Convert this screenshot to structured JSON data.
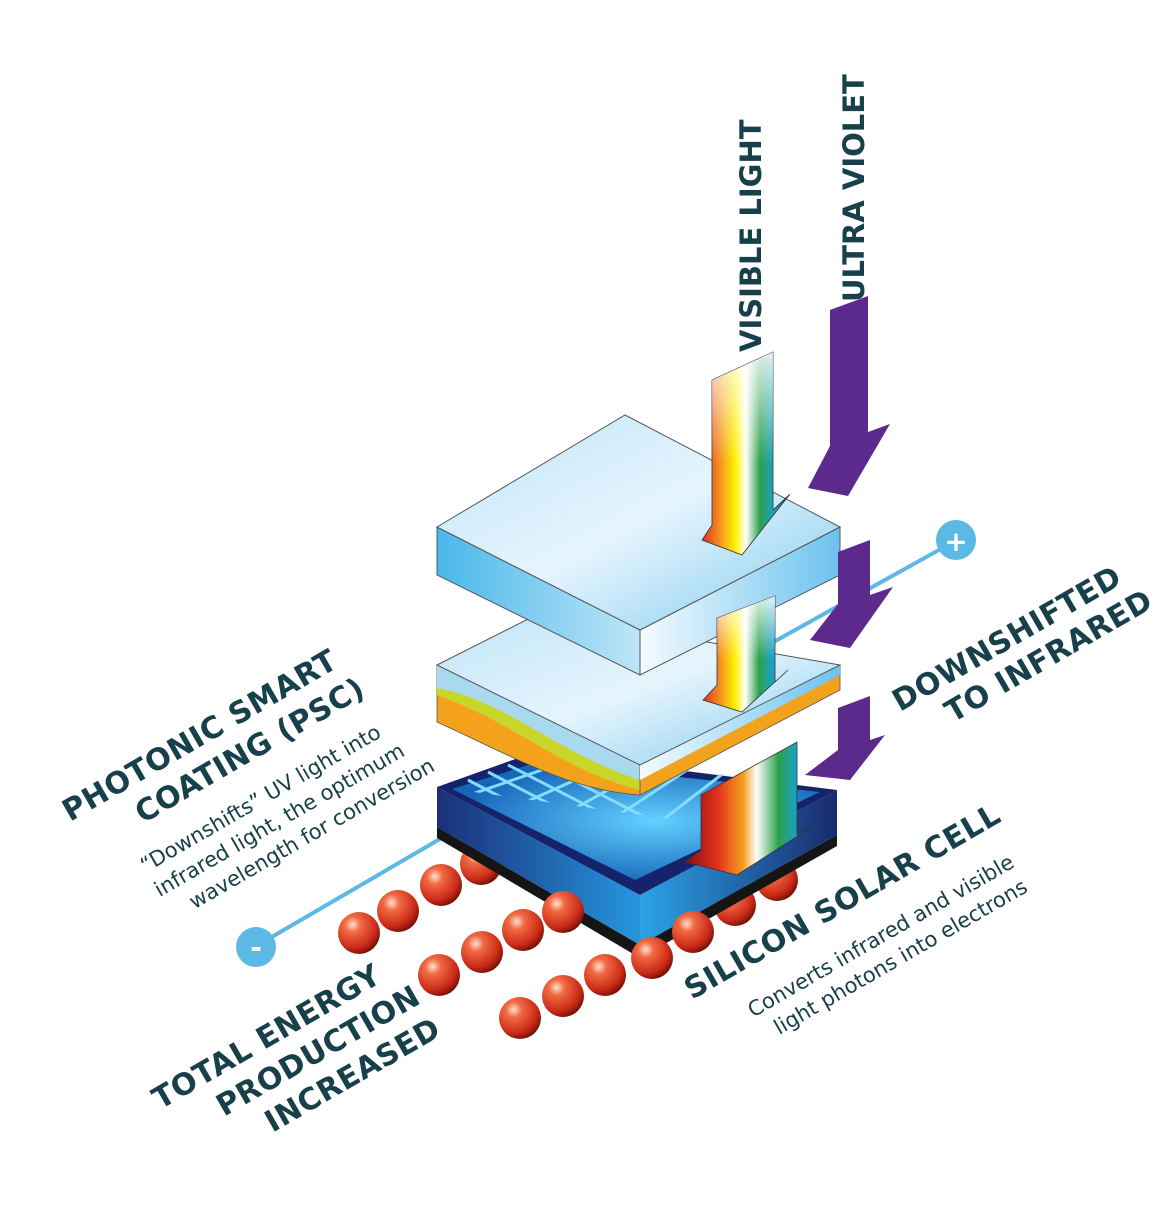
{
  "labels": {
    "visible_light": "VISIBLE LIGHT",
    "ultra_violet": "ULTRA VIOLET",
    "downshifted": {
      "line1": "DOWNSHIFTED",
      "line2": "TO INFRARED"
    },
    "psc": {
      "title_line1": "PHOTONIC SMART",
      "title_line2": "COATING (PSC)",
      "desc_line1": "“Downshifts” UV light into",
      "desc_line2": "infrared light, the optimum",
      "desc_line3": "wavelength for conversion"
    },
    "solar_cell": {
      "title": "SILICON SOLAR CELL",
      "desc_line1": "Converts infrared and visible",
      "desc_line2": "light photons into electrons"
    },
    "energy": {
      "line1": "TOTAL ENERGY",
      "line2": "PRODUCTION",
      "line3": "INCREASED"
    },
    "terminals": {
      "positive": "+",
      "negative": "-"
    }
  },
  "colors": {
    "text": "#17404a",
    "ultraviolet": "#5b2a8c",
    "wire": "#5cb8e4",
    "glass": "#a8d8f3",
    "coating_yellow": "#c8d62a",
    "coating_orange": "#f4a21c",
    "cell_blue": "#1e8fd8",
    "cell_dark": "#1a2a6e",
    "electron": "#e3442a"
  }
}
